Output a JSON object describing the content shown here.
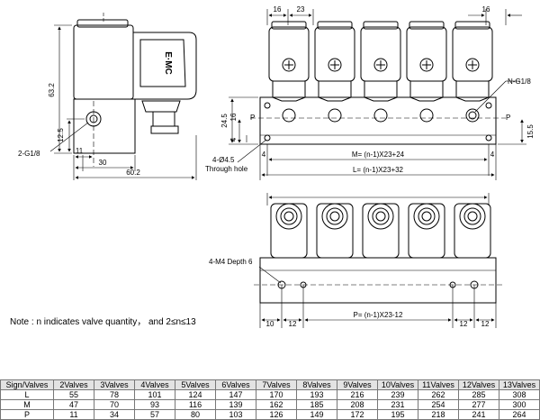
{
  "dimensions": {
    "side_view": {
      "h_63_2": "63.2",
      "h_12_5": "12.5",
      "w_11": "11",
      "w_30": "30",
      "w_60_2": "60.2",
      "port": "2-G1/8",
      "coil_logo": "E·MC"
    },
    "front_view": {
      "d16_left": "16",
      "d23": "23",
      "d16_right": "16",
      "port": "N-G1/8",
      "h24_5": "24.5",
      "h16": "16",
      "h4": "4",
      "p_left": "P",
      "p_right": "P",
      "h15_5": "15.5",
      "hole": "4-Ø4.5",
      "hole_note": "Through hole",
      "e4_left": "4",
      "e4_right": "4",
      "m_formula": "M= (n-1)X23+24",
      "l_formula": "L= (n-1)X23+32"
    },
    "top_view": {
      "thread": "4-M4 Depth 6",
      "d10": "10",
      "d12_left": "12",
      "d12_r1": "12",
      "d12_r2": "12",
      "p_formula": "P= (n-1)X23-12"
    }
  },
  "note": "Note : n indicates valve quantity， and 2≤n≤13",
  "table": {
    "header": [
      "Sign/Valves",
      "2Valves",
      "3Valves",
      "4Valves",
      "5Valves",
      "6Valves",
      "7Valves",
      "8Valves",
      "9Valves",
      "10Valves",
      "11Valves",
      "12Valves",
      "13Valves"
    ],
    "rows": [
      {
        "sign": "L",
        "values": [
          "55",
          "78",
          "101",
          "124",
          "147",
          "170",
          "193",
          "216",
          "239",
          "262",
          "285",
          "308"
        ]
      },
      {
        "sign": "M",
        "values": [
          "47",
          "70",
          "93",
          "116",
          "139",
          "162",
          "185",
          "208",
          "231",
          "254",
          "277",
          "300"
        ]
      },
      {
        "sign": "P",
        "values": [
          "11",
          "34",
          "57",
          "80",
          "103",
          "126",
          "149",
          "172",
          "195",
          "218",
          "241",
          "264"
        ]
      }
    ]
  }
}
